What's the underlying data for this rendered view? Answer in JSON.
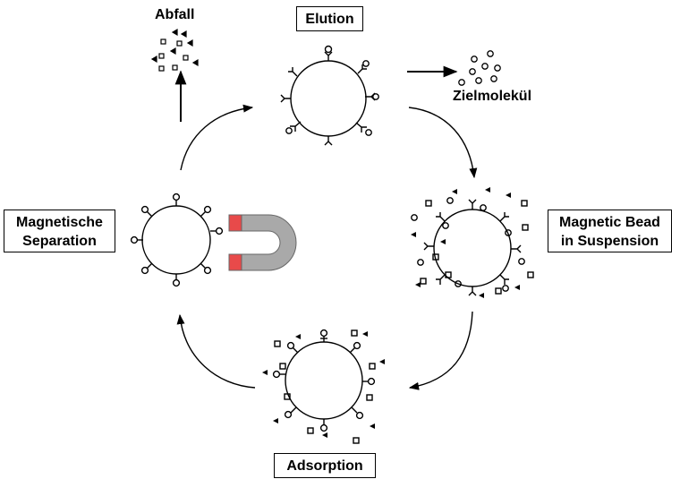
{
  "labels": {
    "elution": "Elution",
    "abfall": "Abfall",
    "zielmolekuel": "Zielmolekül",
    "magnetic_bead_line1": "Magnetic Bead",
    "magnetic_bead_line2": "in Suspension",
    "magnetische_line1": "Magnetische",
    "magnetische_line2": "Separation",
    "adsorption": "Adsorption"
  },
  "colors": {
    "line": "#000000",
    "magnet_body": "#a9a9a9",
    "magnet_pole": "#e84a4a"
  },
  "icons": {
    "magnet": "horseshoe-magnet-icon",
    "antibody": "y-shaped-antibody-icon",
    "target_molecule": "circle-icon",
    "contaminant_square": "square-icon",
    "contaminant_triangle": "triangle-icon"
  }
}
